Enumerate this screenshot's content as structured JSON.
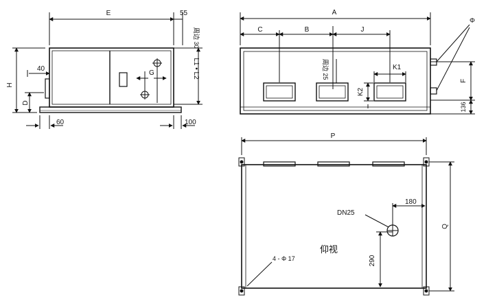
{
  "front_view": {
    "E": "E",
    "dim_55": "55",
    "side_30": "周边 30",
    "H": "H",
    "L1_L2": "L1 • L2",
    "dim_40": "40",
    "G": "G",
    "D": "D",
    "dim_60": "60",
    "dim_100": "100"
  },
  "side_view": {
    "A": "A",
    "C": "C",
    "B": "B",
    "J": "J",
    "phi": "Φ",
    "side_25": "周边 25",
    "K1": "K1",
    "K2": "K2",
    "F": "F",
    "dim_136": "136"
  },
  "bottom_view": {
    "P": "P",
    "dn25": "DN25",
    "dim_180": "180",
    "Q": "Q",
    "view_label": "仰视",
    "dim_290": "290",
    "holes": "4 - Φ 17"
  }
}
